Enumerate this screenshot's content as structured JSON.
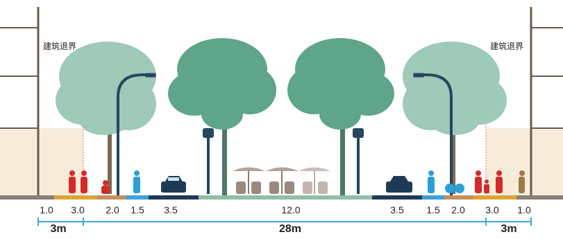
{
  "setback_label": "建筑退界",
  "widths": [
    "1.0",
    "3.0",
    "2.0",
    "1.5",
    "3.5",
    "12.0",
    "3.5",
    "1.5",
    "2.0",
    "3.0",
    "1.0"
  ],
  "totals": {
    "left": "3m",
    "center": "28m",
    "right": "3m"
  },
  "colors": {
    "tree_light": "#9fc9b8",
    "tree_dark": "#5ea58a",
    "lamp": "#27465f",
    "pedestrian": "#d42a2a",
    "cyclist": "#2aa0d6",
    "car": "#1d3b55",
    "building": "#6b5a4d",
    "strip_sidewalk": "#d9a53b",
    "strip_bike": "#3fa0d8",
    "strip_road": "#1d3b55",
    "strip_median": "#8fbfa8",
    "dimension_line": "#3aa7d9"
  }
}
